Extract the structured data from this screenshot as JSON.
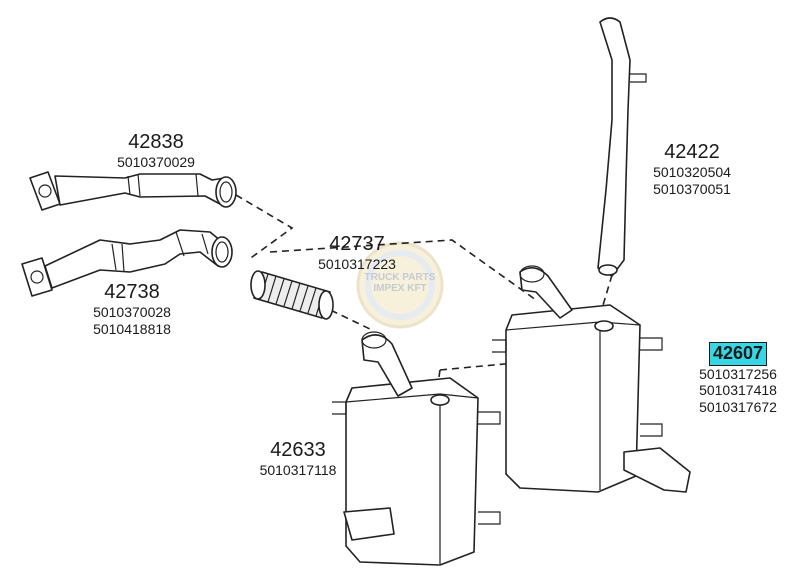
{
  "parts": [
    {
      "id": "42838",
      "refs": [
        "5010370029"
      ]
    },
    {
      "id": "42738",
      "refs": [
        "5010370028",
        "5010418818"
      ]
    },
    {
      "id": "42737",
      "refs": [
        "5010317223"
      ]
    },
    {
      "id": "42422",
      "refs": [
        "5010320504",
        "5010370051"
      ]
    },
    {
      "id": "42633",
      "refs": [
        "5010317118"
      ]
    },
    {
      "id": "42607",
      "refs": [
        "5010317256",
        "5010317418",
        "5010317672"
      ],
      "highlighted": true
    }
  ],
  "watermark": {
    "line1": "TRUCK PARTS",
    "line2": "IMPEX KFT"
  },
  "highlight_color": "#36d6e4"
}
